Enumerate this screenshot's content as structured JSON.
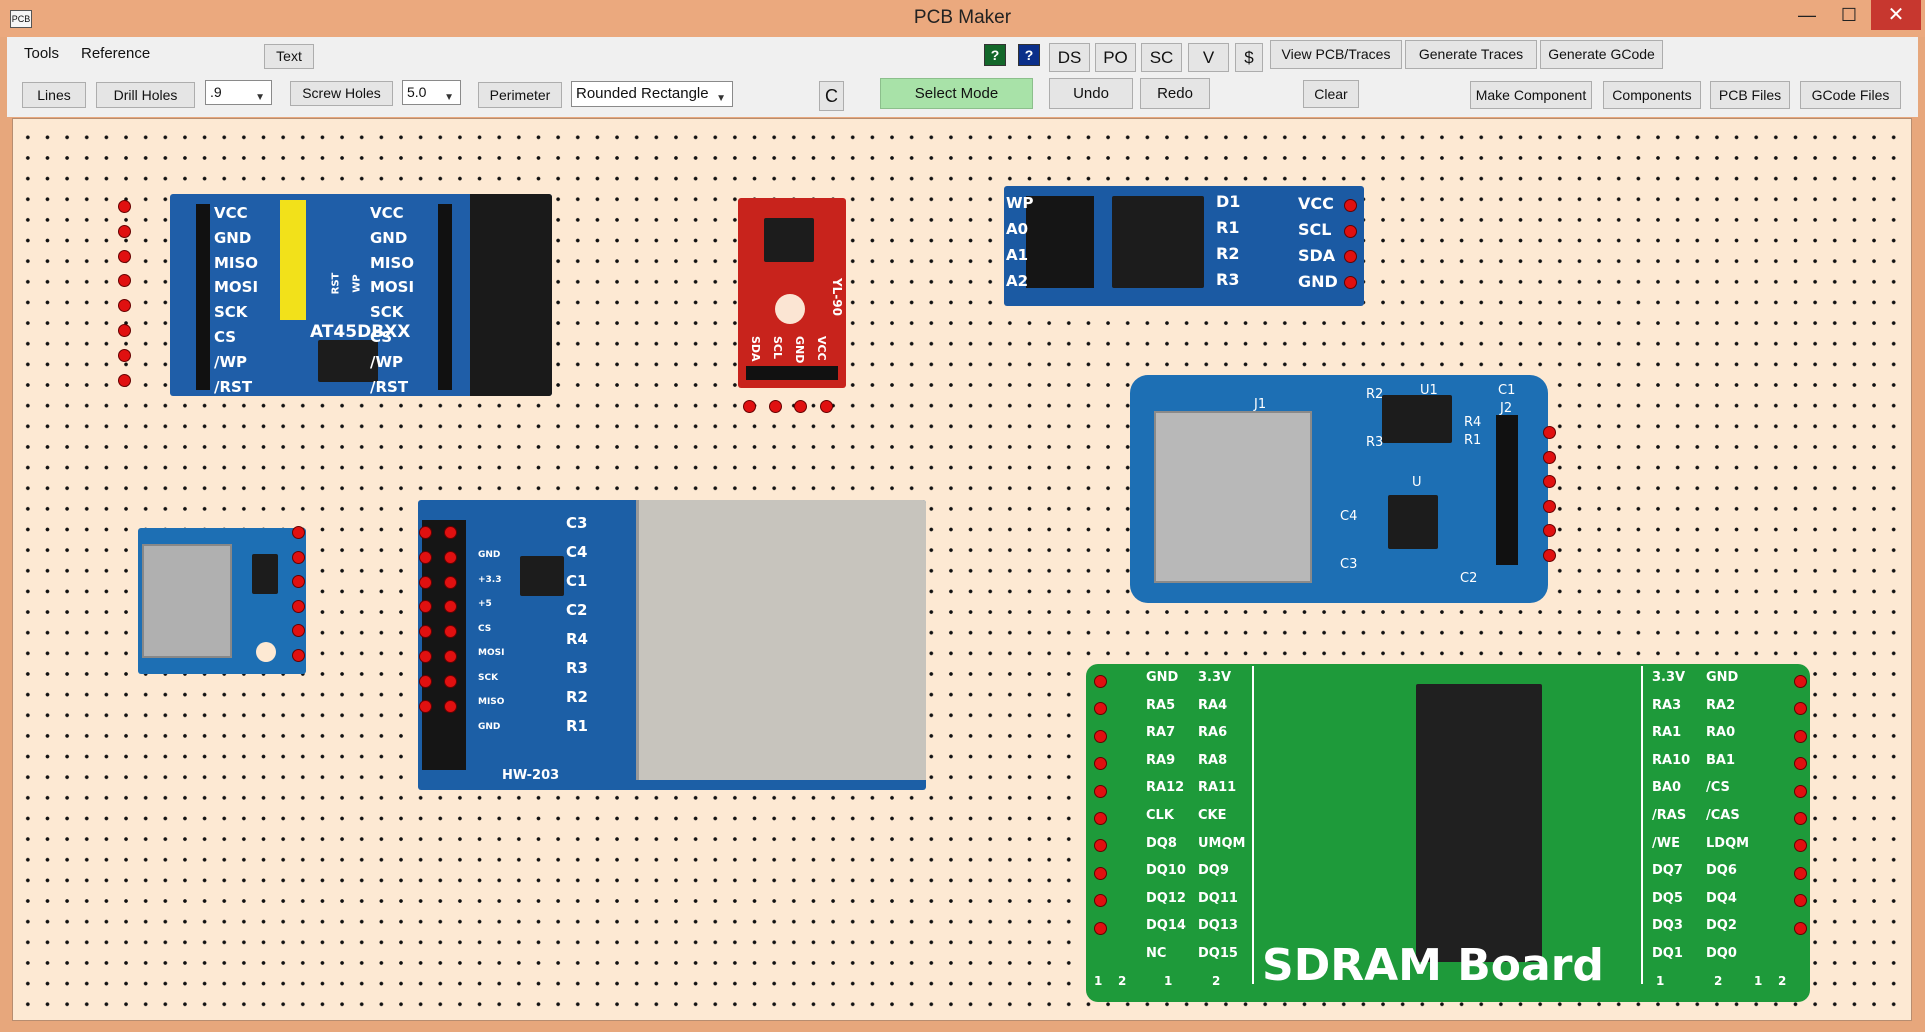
{
  "window": {
    "title": "PCB Maker",
    "icon_text": "PCB",
    "minimize": "—",
    "maximize": "☐",
    "close": "✕"
  },
  "menu": {
    "tools": "Tools",
    "reference": "Reference"
  },
  "toolbar1": {
    "text": "Text",
    "ds": "DS",
    "po": "PO",
    "sc": "SC",
    "v": "V",
    "dollar": "$",
    "help_mark": "?",
    "view_pcb": "View PCB/Traces",
    "generate_traces": "Generate Traces",
    "generate_gcode": "Generate GCode"
  },
  "toolbar2": {
    "lines": "Lines",
    "drill_holes": "Drill Holes",
    "drill_size": ".9",
    "screw_holes": "Screw Holes",
    "screw_size": "5.0",
    "perimeter": "Perimeter",
    "perimeter_shape": "Rounded Rectangle",
    "c": "C",
    "select_mode": "Select Mode",
    "undo": "Undo",
    "redo": "Redo",
    "clear": "Clear",
    "make_component": "Make Component",
    "components": "Components",
    "pcb_files": "PCB Files",
    "gcode_files": "GCode Files"
  },
  "components": {
    "at45": {
      "left_labels": [
        "VCC",
        "GND",
        "MISO",
        "MOSI",
        "SCK",
        "CS",
        "/WP",
        "/RST"
      ],
      "right_labels": [
        "VCC",
        "GND",
        "MISO",
        "MOSI",
        "SCK",
        "CS",
        "/WP",
        "/RST"
      ],
      "chip": "AT45DBXX",
      "jumpers": [
        "RST",
        "WP"
      ]
    },
    "yl90": {
      "name": "YL-90",
      "pins": [
        "SDA",
        "SCL",
        "GND",
        "VCC"
      ]
    },
    "eeprom": {
      "left_labels": [
        "WP",
        "A0",
        "A1",
        "A2"
      ],
      "parts": [
        "D1",
        "R1",
        "R2",
        "R3"
      ],
      "right_labels": [
        "VCC",
        "SCL",
        "SDA",
        "GND"
      ]
    },
    "microsd": {
      "labels": [
        "J1",
        "R2",
        "U1",
        "C1",
        "R3",
        "R4",
        "R1",
        "J2",
        "U",
        "C4",
        "C3",
        "C2"
      ]
    },
    "hw203": {
      "name": "HW-203",
      "pins": [
        "GND",
        "+3.3",
        "+5",
        "CS",
        "MOSI",
        "SCK",
        "MISO",
        "GND"
      ],
      "parts": [
        "C3",
        "C4",
        "C1",
        "C2",
        "R4",
        "R3",
        "R2",
        "R1"
      ]
    },
    "sdram": {
      "title": "SDRAM Board",
      "left_a": [
        "GND",
        "RA5",
        "RA7",
        "RA9",
        "RA12",
        "CLK",
        "DQ8",
        "DQ10",
        "DQ12",
        "DQ14",
        "NC"
      ],
      "left_b": [
        "3.3V",
        "RA4",
        "RA6",
        "RA8",
        "RA11",
        "CKE",
        "UMQM",
        "DQ9",
        "DQ11",
        "DQ13",
        "DQ15"
      ],
      "right_a": [
        "3.3V",
        "RA3",
        "RA1",
        "RA10",
        "BA0",
        "/RAS",
        "/WE",
        "DQ7",
        "DQ5",
        "DQ3",
        "DQ1"
      ],
      "right_b": [
        "GND",
        "RA2",
        "RA0",
        "BA1",
        "/CS",
        "/CAS",
        "LDQM",
        "DQ6",
        "DQ4",
        "DQ2",
        "DQ0"
      ],
      "col_nums_left": [
        "1",
        "2",
        "1",
        "2"
      ],
      "col_nums_right": [
        "1",
        "2",
        "1",
        "2"
      ]
    }
  }
}
